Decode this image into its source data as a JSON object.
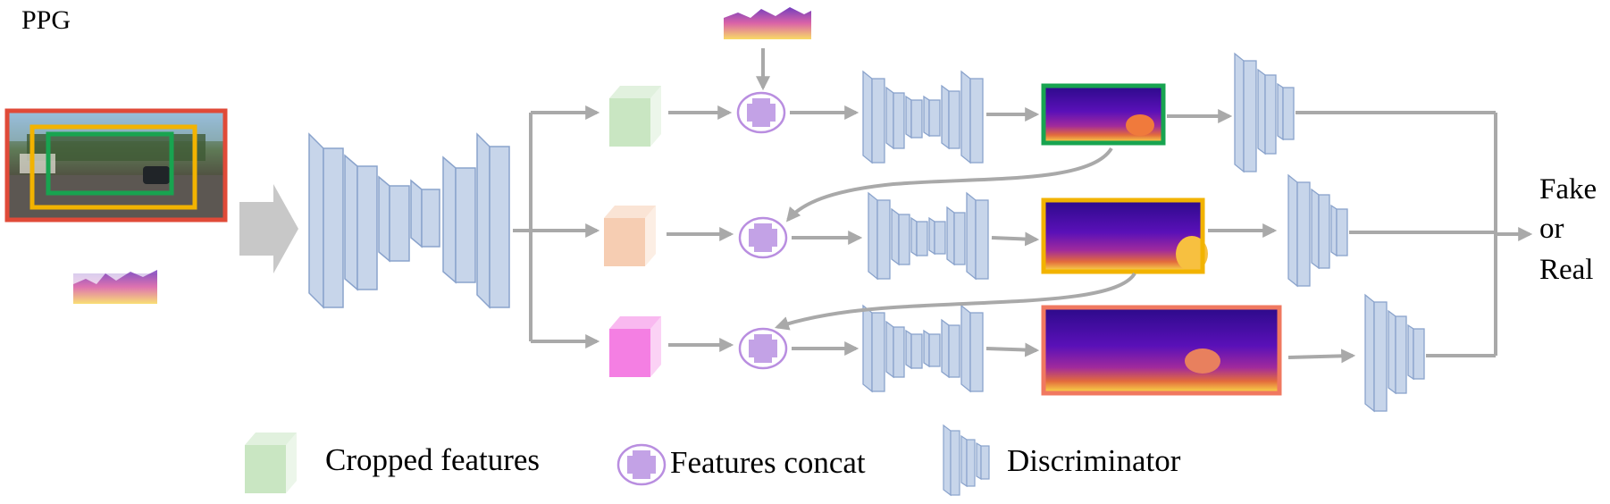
{
  "title": "PPG",
  "output": {
    "line1": "Fake",
    "line2": "or",
    "line3": "Real"
  },
  "legend": {
    "cropped": "Cropped features",
    "concat": "Features concat",
    "discriminator": "Discriminator"
  },
  "colors": {
    "crop_outer": "#e04a38",
    "crop_middle": "#f2b300",
    "crop_inner": "#18a450",
    "cropped_green": "#c9e6c2",
    "cropped_peach": "#f6cdb2",
    "cropped_pink": "#f47fe3",
    "concat_purple": "#c3a2e6",
    "network_blue": "#c7d5ea",
    "arrow_gray": "#a9a9a9"
  },
  "icons": [
    "cube-icon",
    "concat-icon",
    "discriminator-icon",
    "depth-map",
    "sparse-depth",
    "street-photo"
  ]
}
